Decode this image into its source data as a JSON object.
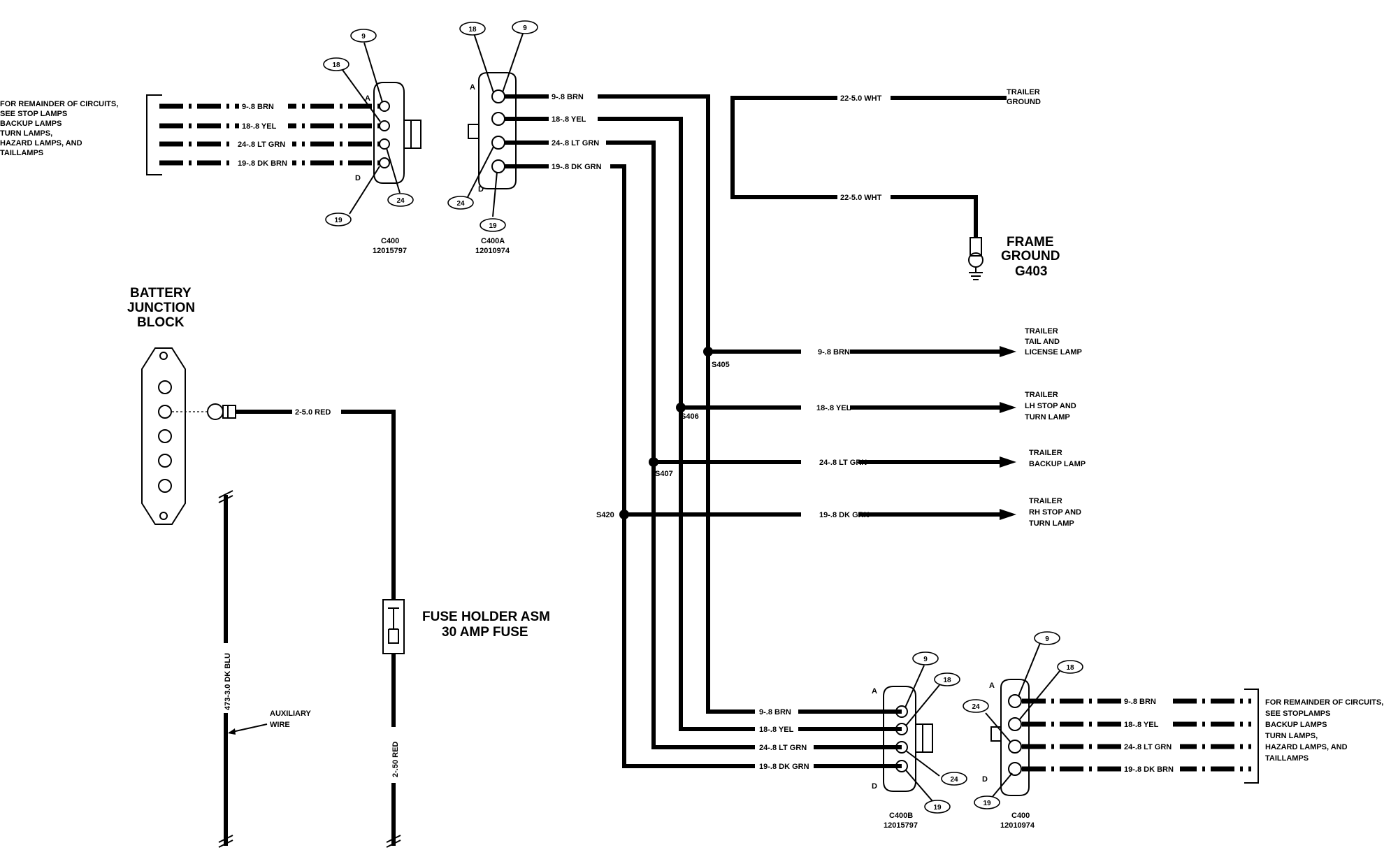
{
  "connectors": {
    "c400_top": {
      "name": "C400",
      "part": "12015797",
      "pins": [
        "9",
        "18",
        "24",
        "19"
      ],
      "a": "A",
      "d": "D"
    },
    "c400a_top": {
      "name": "C400A",
      "part": "12010974",
      "pins": [
        "18",
        "9",
        "24",
        "19"
      ],
      "a": "A",
      "d": "D"
    },
    "c400b_bot": {
      "name": "C400B",
      "part": "12015797",
      "pins": [
        "9",
        "18",
        "24",
        "19"
      ],
      "a": "A",
      "d": "D"
    },
    "c400_bot": {
      "name": "C400",
      "part": "12010974",
      "pins": [
        "9",
        "18",
        "24",
        "19"
      ],
      "a": "A",
      "d": "D"
    }
  },
  "wires": {
    "top_left": [
      "9-.8 BRN",
      "18-.8 YEL",
      "24-.8 LT GRN",
      "19-.8 DK BRN"
    ],
    "top_mid": [
      "9-.8 BRN",
      "18-.8 YEL",
      "24-.8 LT GRN",
      "19-.8 DK GRN"
    ],
    "outputs": [
      "9-.8 BRN",
      "18-.8 YEL",
      "24-.8 LT GRN",
      "19-.8 DK GRN"
    ],
    "bottom_mid": [
      "9-.8 BRN",
      "18-.8 YEL",
      "24-.8 LT GRN",
      "19-.8 DK GRN"
    ],
    "bottom_right": [
      "9-.8 BRN",
      "18-.8 YEL",
      "24-.8 LT GRN",
      "19-.8 DK BRN"
    ],
    "ground_1": "22-5.0 WHT",
    "ground_2": "22-5.0 WHT",
    "battery_feed": "2-5.0 RED",
    "fuse_down": "2-.50 RED",
    "aux": "473-3.0 DK BLU"
  },
  "splices": [
    "S405",
    "S406",
    "S407",
    "S420"
  ],
  "destinations": {
    "trailer_ground": [
      "TRAILER",
      "GROUND"
    ],
    "tail": [
      "TRAILER",
      "TAIL AND",
      "LICENSE LAMP"
    ],
    "lh": [
      "TRAILER",
      "LH STOP AND",
      "TURN LAMP"
    ],
    "backup": [
      "TRAILER",
      "BACKUP LAMP"
    ],
    "rh": [
      "TRAILER",
      "RH STOP AND",
      "TURN LAMP"
    ]
  },
  "frame_ground": [
    "FRAME",
    "GROUND",
    "G403"
  ],
  "battery_block": [
    "BATTERY",
    "JUNCTION",
    "BLOCK"
  ],
  "fuse": [
    "FUSE HOLDER ASM",
    "30 AMP FUSE"
  ],
  "aux_wire": [
    "AUXILIARY",
    "WIRE"
  ],
  "notes": {
    "top_left": [
      "FOR REMAINDER OF CIRCUITS,",
      "SEE STOP LAMPS",
      "BACKUP LAMPS",
      "TURN LAMPS,",
      "HAZARD LAMPS, AND",
      "TAILLAMPS"
    ],
    "bottom_right": [
      "FOR REMAINDER OF CIRCUITS,",
      "SEE STOPLAMPS",
      "BACKUP LAMPS",
      "TURN LAMPS,",
      "HAZARD LAMPS, AND",
      "TAILLAMPS"
    ]
  }
}
